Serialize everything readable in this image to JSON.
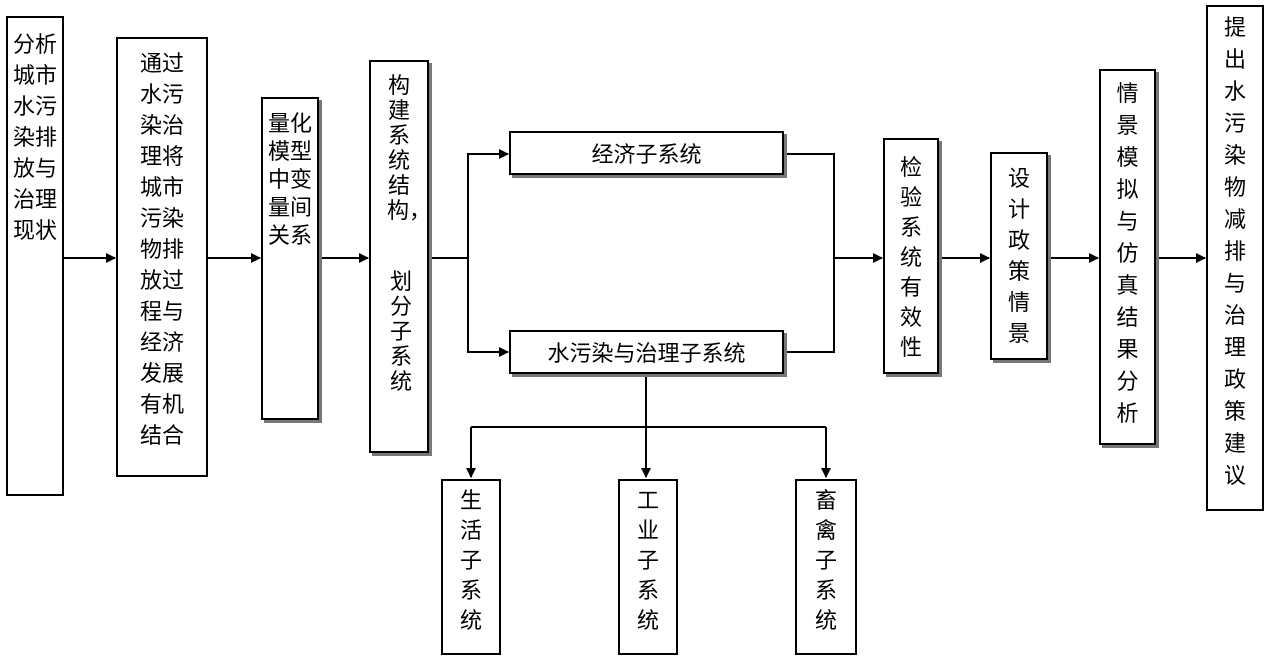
{
  "boxes": {
    "analyze_status": "分析城市水污染排放与治理现状",
    "combine": "通过水污染治理将城市污染物排放过程与经济发展有机结合",
    "quantify": "量化模型中变量间关系",
    "build_structure_a": "构建系统结构，",
    "build_structure_b": "划分子系统",
    "economic": "经济子系统",
    "water": "水污染与治理子系统",
    "life": "生活子系统",
    "industry": "工业子系统",
    "livestock": "畜禽子系统",
    "verify": "检验系统有效性",
    "design": "设计政策情景",
    "scenario": "情景模拟与仿真结果分析",
    "propose": "提出水污染物减排与治理政策建议"
  }
}
